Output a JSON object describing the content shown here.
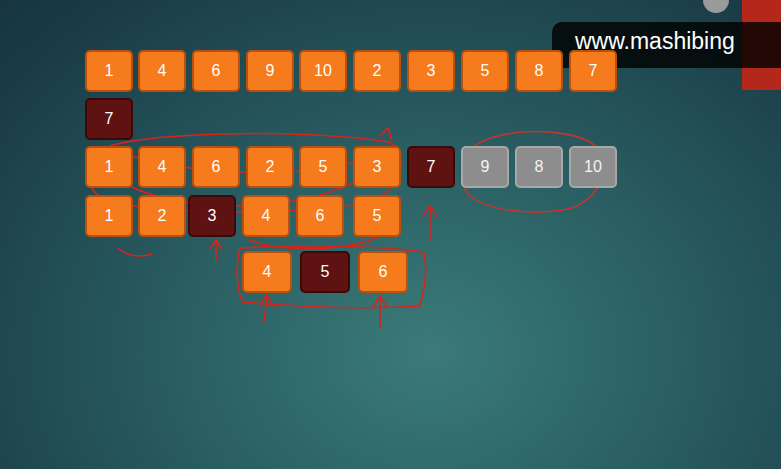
{
  "diagram": {
    "nodes": [
      {
        "text": [
          "1"
        ]
      },
      {
        "text": [
          "4"
        ]
      },
      {
        "text": [
          "6"
        ]
      },
      {
        "text": [
          "9"
        ]
      },
      {
        "text": [
          "10"
        ]
      },
      {
        "text": [
          "2"
        ]
      },
      {
        "text": [
          "3"
        ]
      },
      {
        "text": [
          "5"
        ]
      },
      {
        "text": [
          "8"
        ]
      },
      {
        "text": [
          "7"
        ]
      },
      {
        "text": [
          "7"
        ]
      },
      {
        "text": [
          "1"
        ]
      },
      {
        "text": [
          "4"
        ]
      },
      {
        "text": [
          "6"
        ]
      },
      {
        "text": [
          "2"
        ]
      },
      {
        "text": [
          "5"
        ]
      },
      {
        "text": [
          "3"
        ]
      },
      {
        "text": [
          "7"
        ]
      },
      {
        "text": [
          "9"
        ]
      },
      {
        "text": [
          "8"
        ]
      },
      {
        "text": [
          "10"
        ]
      },
      {
        "text": [
          "1"
        ]
      },
      {
        "text": [
          "2"
        ]
      },
      {
        "text": [
          "3"
        ]
      },
      {
        "text": [
          "4"
        ]
      },
      {
        "text": [
          "6"
        ]
      },
      {
        "text": [
          "5"
        ]
      },
      {
        "text": [
          "4"
        ]
      },
      {
        "text": [
          "5"
        ]
      },
      {
        "text": [
          "6"
        ]
      }
    ],
    "labels": [
      "www.mashibing"
    ]
  }
}
